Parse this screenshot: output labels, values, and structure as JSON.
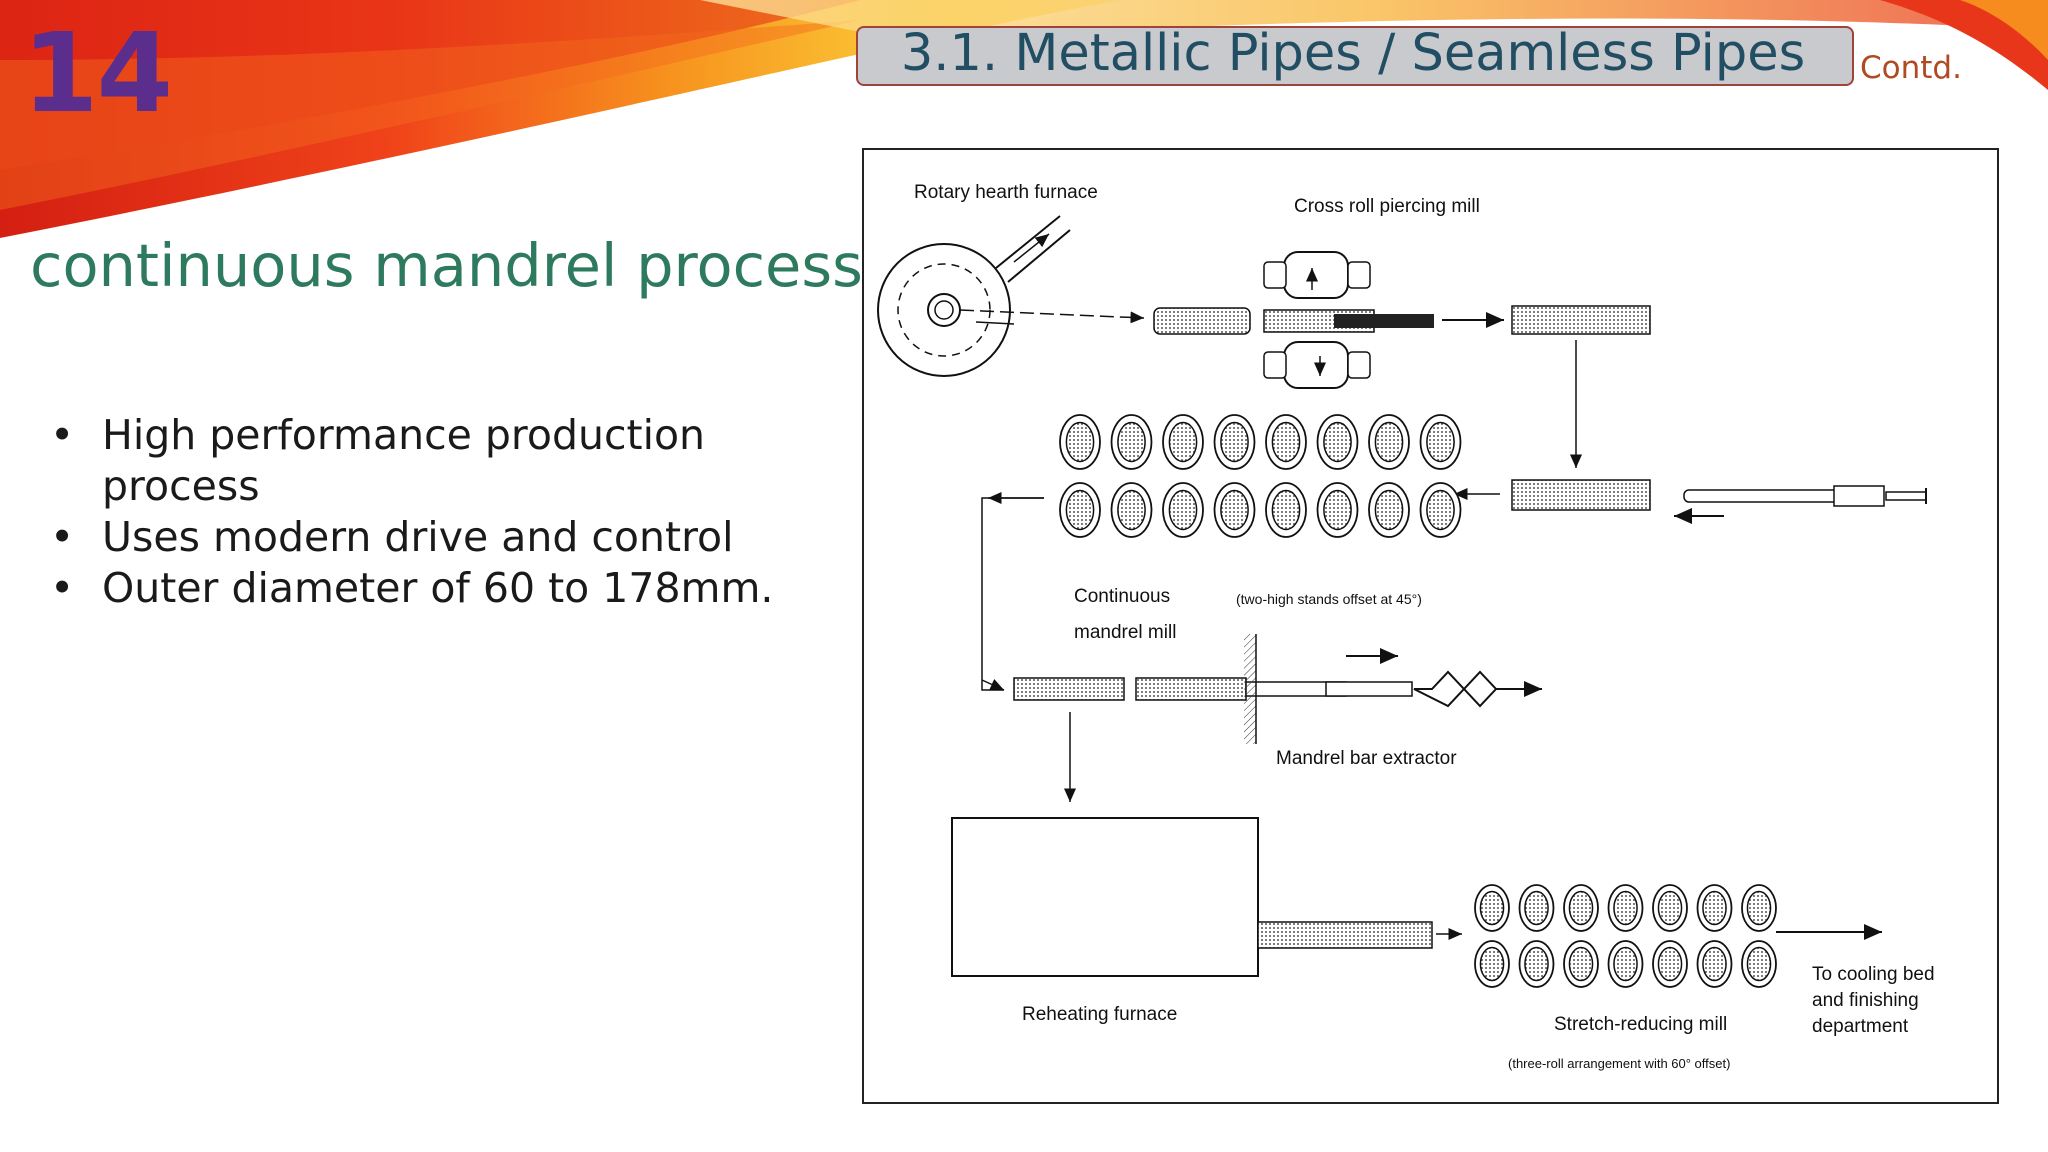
{
  "slide": {
    "number": "14",
    "title": "3.1. Metallic Pipes / Seamless Pipes",
    "contd": "Contd.",
    "subtitle": "continuous mandrel process",
    "bullets": [
      {
        "line1": "High performance production",
        "line2": "process"
      },
      {
        "line1": "Uses modern drive and control"
      },
      {
        "line1": "Outer diameter of 60 to 178mm."
      }
    ],
    "bullet_glyph": "•"
  },
  "diagram": {
    "labels": {
      "rotary_hearth_furnace": "Rotary hearth furnace",
      "cross_roll_piercing_mill": "Cross roll piercing mill",
      "continuous_mandrel_mill_line1": "Continuous",
      "continuous_mandrel_mill_line2": "mandrel mill",
      "two_high_stands": "(two-high stands offset at 45°)",
      "mandrel_bar_extractor": "Mandrel bar extractor",
      "reheating_furnace": "Reheating furnace",
      "stretch_reducing_mill": "Stretch-reducing mill",
      "three_roll": "(three-roll arrangement with 60° offset)",
      "cooling_line1": "To cooling bed",
      "cooling_line2": "and finishing",
      "cooling_line3": "department"
    }
  },
  "colors": {
    "slide_number": "#5b2d8c",
    "title_text": "#224e63",
    "title_box_fill": "#c9cacd",
    "title_box_border": "#a0433a",
    "subtitle": "#2e7a5e",
    "contd": "#b04a22"
  }
}
